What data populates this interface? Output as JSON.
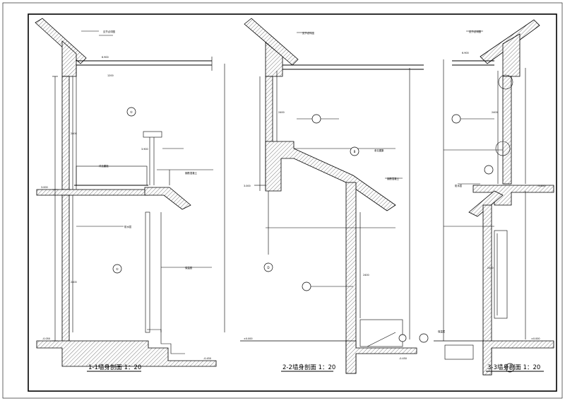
{
  "titles": {
    "s1": "1-1墙身剖面 1：20",
    "s2": "2-2墙身剖面 1：20",
    "s3": "3-3墙身剖面 1：20"
  },
  "axis_labels": {
    "a1": "①",
    "a2": "①",
    "b": "B",
    "d": "D",
    "i": "①"
  },
  "elevations": {
    "s1_floor": "3.000",
    "s1_ground": "-0.050",
    "s1_ground2": "-0.450",
    "s1_top": "6.900",
    "s1_mid": "3.900",
    "s2_floor": "3.000",
    "s2_ground": "±0.000",
    "s2_ground2": "-0.450",
    "s3_floor": "3.000",
    "s3_ground": "±0.000",
    "s3_top": "6.900"
  },
  "dims": {
    "s1_upper": "2400",
    "s1_lower": "2400",
    "s1_floor": "1200",
    "s2_upper": "2400",
    "s2_lower": "2400",
    "s3_upper": "2400",
    "s3_lower": "2400"
  },
  "notes": {
    "n1": "见节点详图",
    "n2": "详见建施",
    "n3": "钢筋混凝土",
    "n4": "防水层",
    "n5": "保温层",
    "n6": "参见图集"
  }
}
